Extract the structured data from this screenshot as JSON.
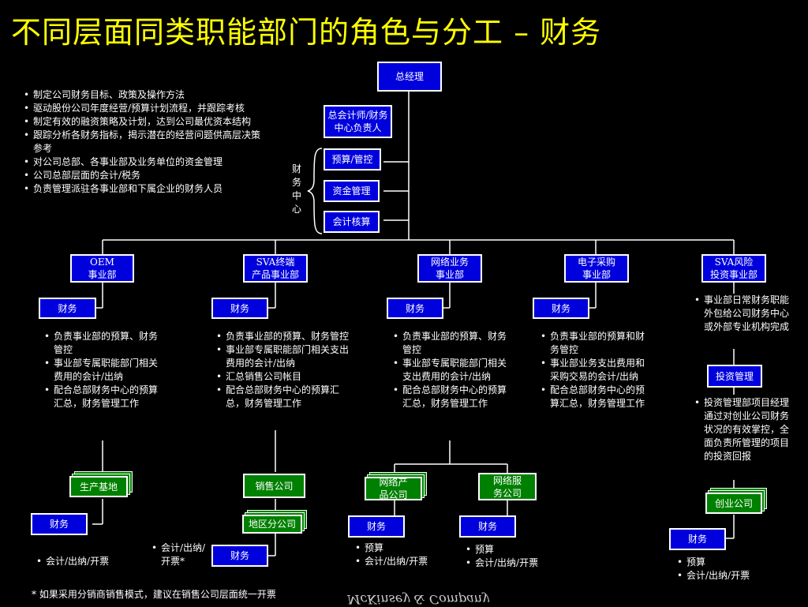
{
  "title": "不同层面同类职能部门的角色与分工 – 财务",
  "boxes": {
    "gm": "总经理",
    "cfo": "总会计师/财务中心负责人",
    "budget": "预算/管控",
    "funds": "资金管理",
    "accounting": "会计核算",
    "bu_oem": "OEM\n事业部",
    "bu_sva": "SVA终端\n产品事业部",
    "bu_net": "网络业务\n事业部",
    "bu_eproc": "电子采购\n事业部",
    "bu_vc": "SVA风险\n投资事业部",
    "fin": "财务",
    "invest_mgmt": "投资管理",
    "prod_base": "生产基地",
    "sales_co": "销售公司",
    "region_co": "地区分公司",
    "net_prod_co": "网络产\n品公司",
    "net_svc_co": "网络服\n务公司",
    "venture_co": "创业公司"
  },
  "finance_center_label": [
    "财",
    "务",
    "中",
    "心"
  ],
  "hq_notes": [
    "制定公司财务目标、政策及操作方法",
    "驱动股份公司年度经营/预算计划流程，并跟踪考核",
    "制定有效的融资策略及计划，达到公司最优资本结构",
    "跟踪分析各财务指标，揭示潜在的经营问题供高层决策参考",
    "对公司总部、各事业部及业务单位的资金管理",
    "公司总部层面的会计/税务",
    "负责管理派驻各事业部和下属企业的财务人员"
  ],
  "oem_notes": [
    "负责事业部的预算、财务管控",
    "事业部专属职能部门相关费用的会计/出纳",
    "配合总部财务中心的预算汇总，财务管理工作"
  ],
  "sva_notes": [
    "负责事业部的预算、财务管控",
    "事业部专属职能部门相关支出费用的会计/出纳",
    "汇总销售公司帐目",
    "配合总部财务中心的预算汇总，财务管理工作"
  ],
  "net_notes": [
    "负责事业部的预算、财务管控",
    "事业部专属职能部门相关支出费用的会计/出纳",
    "配合总部财务中心的预算汇总，财务管理工作"
  ],
  "eproc_notes": [
    "负责事业部的预算和财务管控",
    "事业部业务支出费用和采购交易的会计/出纳",
    "配合总部财务中心的预算汇总，财务管理工作"
  ],
  "vc_notes_top": [
    "事业部日常财务职能外包给公司财务中心或外部专业机构完成"
  ],
  "vc_notes_mid": [
    "投资管理部项目经理通过对创业公司财务状况的有效掌控，全面负责所管理的项目的投资回报"
  ],
  "prod_notes": [
    "会计/出纳/开票"
  ],
  "sales_notes": [
    "会计/出纳/开票*"
  ],
  "netprod_notes": [
    "预算",
    "会计/出纳/开票"
  ],
  "netsvc_notes": [
    "预算",
    "会计/出纳/开票"
  ],
  "venture_notes": [
    "预算",
    "会计/出纳/开票"
  ],
  "footnote": "* 如果采用分销商销售模式，建议在销售公司层面统一开票",
  "brand": "McKinsey & Company"
}
